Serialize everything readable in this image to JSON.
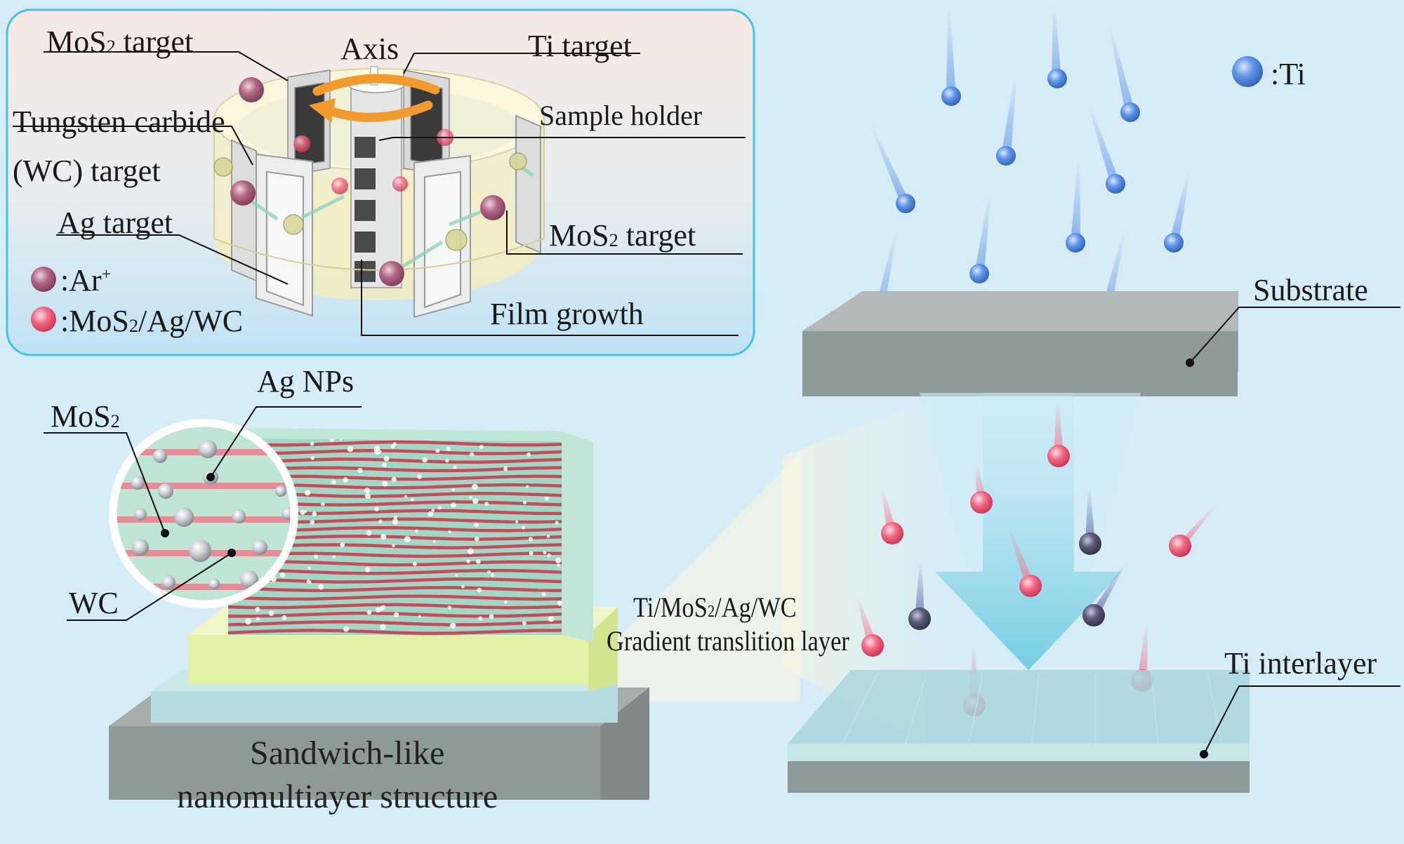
{
  "colors": {
    "background": "#d6ecf7",
    "inset_background_top": "#f6e9e3",
    "inset_background_bottom": "#bfe2f4",
    "inset_border": "#48c2df",
    "ti_particle": "#3e78d8",
    "deposit_particle": "#ea4a6c",
    "ar_particle": "#9a4a68",
    "mos2_layer": "#c84a5a",
    "wc_layer": "#9fd8c4",
    "ag_particle": "#c8ccd2",
    "gradient_layer": "#e4f2a8",
    "ti_layer": "#b5dde0",
    "substrate": "#8e9a98"
  },
  "icons": [
    "orange-rotation-arrow-icon",
    "ti-particle-icon",
    "ar-ion-icon",
    "deposit-particle-icon",
    "down-arrow-icon"
  ],
  "inset": {
    "mos2_target_top": [
      "MoS",
      "2",
      " target"
    ],
    "axis": "Axis",
    "ti_target": "Ti target",
    "tungsten_carbide": "Tungsten carbide",
    "wc_target": "(WC) target",
    "sample_holder": "Sample holder",
    "ag_target": "Ag target",
    "mos2_target_right": [
      "MoS",
      "2",
      " target"
    ],
    "film_growth": "Film growth",
    "legend_ar": ":Ar",
    "legend_ar_sup": "+",
    "legend_mix": [
      ":MoS",
      "2",
      "/Ag/WC"
    ]
  },
  "right": {
    "legend_ti": ":Ti",
    "substrate": "Substrate",
    "ti_interlayer": "Ti interlayer"
  },
  "left": {
    "ag_nps": "Ag NPs",
    "mos2": [
      "MoS",
      "2"
    ],
    "wc": "WC",
    "title_line1": "Sandwich-like",
    "title_line2": "nanomultiayer structure"
  },
  "gradient": {
    "line1": [
      "Ti/MoS",
      "2",
      "/Ag/WC"
    ],
    "line2": "Gradient translition layer"
  }
}
